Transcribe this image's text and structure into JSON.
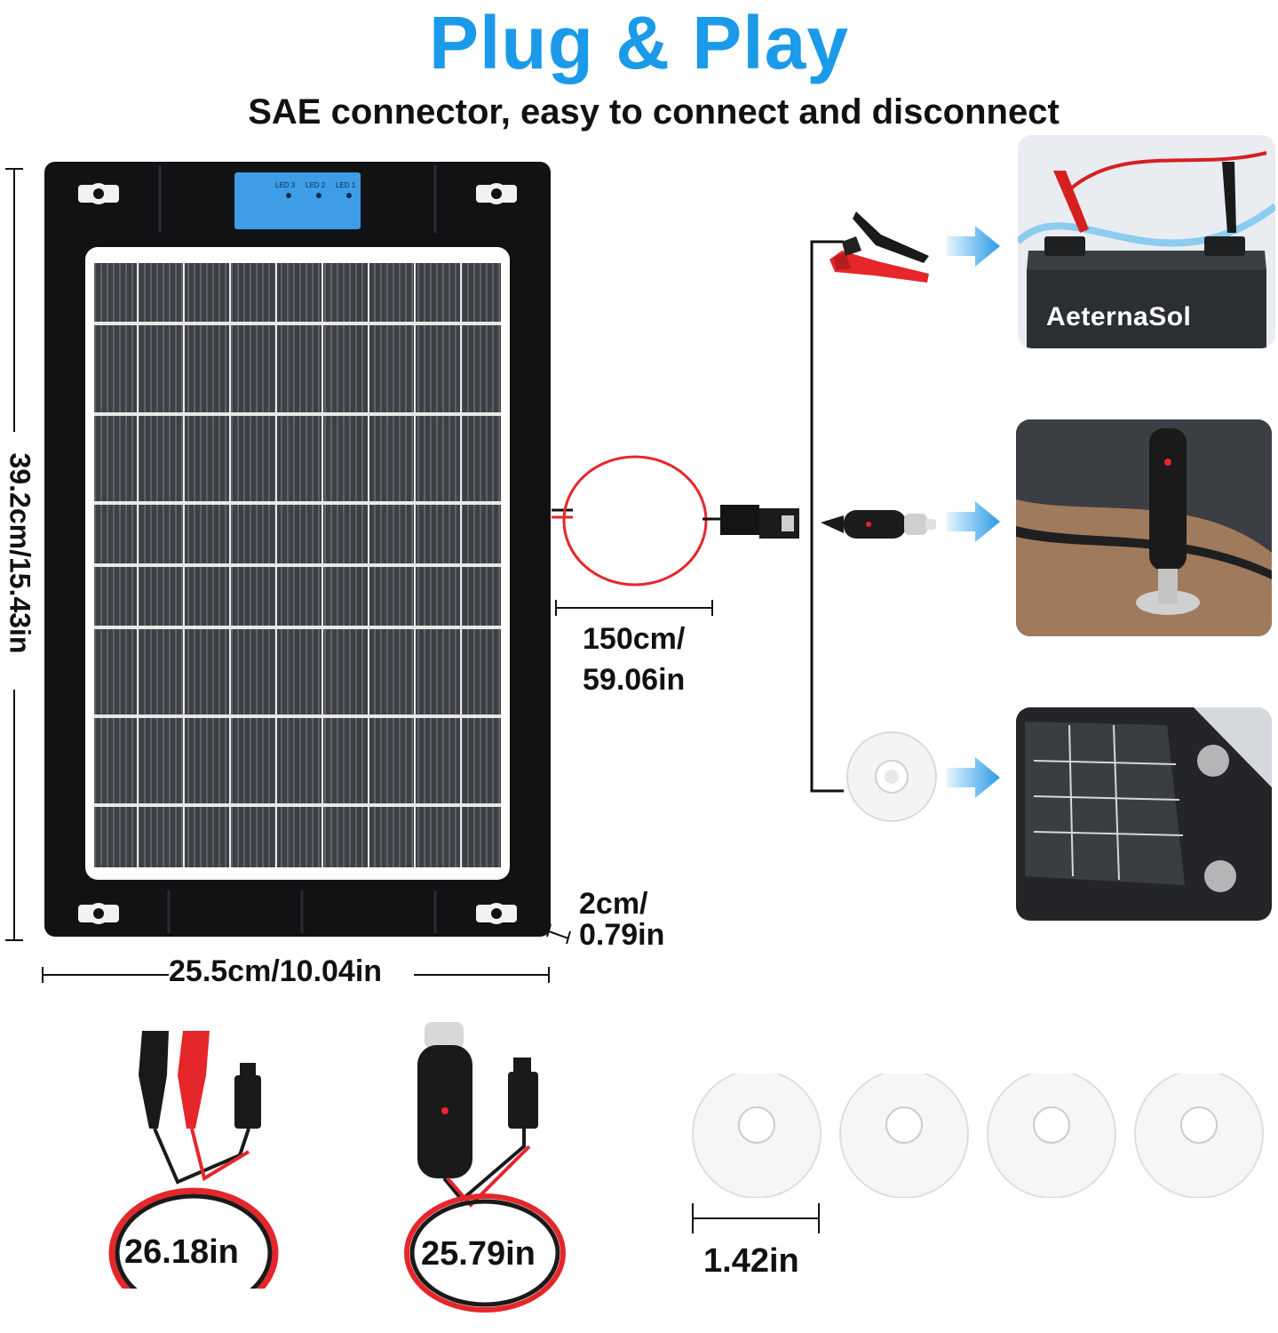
{
  "header": {
    "title": "Plug & Play",
    "subtitle": "SAE connector, easy to connect and disconnect"
  },
  "panel": {
    "height_label": "39.2cm/15.43in",
    "width_label": "25.5cm/10.04in",
    "thickness_label_1": "2cm/",
    "thickness_label_2": "0.79in",
    "led_labels": [
      "LED 3",
      "LED 2",
      "LED 1"
    ]
  },
  "cable": {
    "length_label_1": "150cm/",
    "length_label_2": "59.06in"
  },
  "applications": {
    "battery_brand": "AeternaSol"
  },
  "accessories": {
    "clip_cable_length": "26.18in",
    "cigarette_cable_length": "25.79in",
    "suction_cup_size": "1.42in"
  },
  "colors": {
    "accent": "#1a9ae8",
    "panel": "#101214",
    "wire_red": "#e5262b"
  }
}
